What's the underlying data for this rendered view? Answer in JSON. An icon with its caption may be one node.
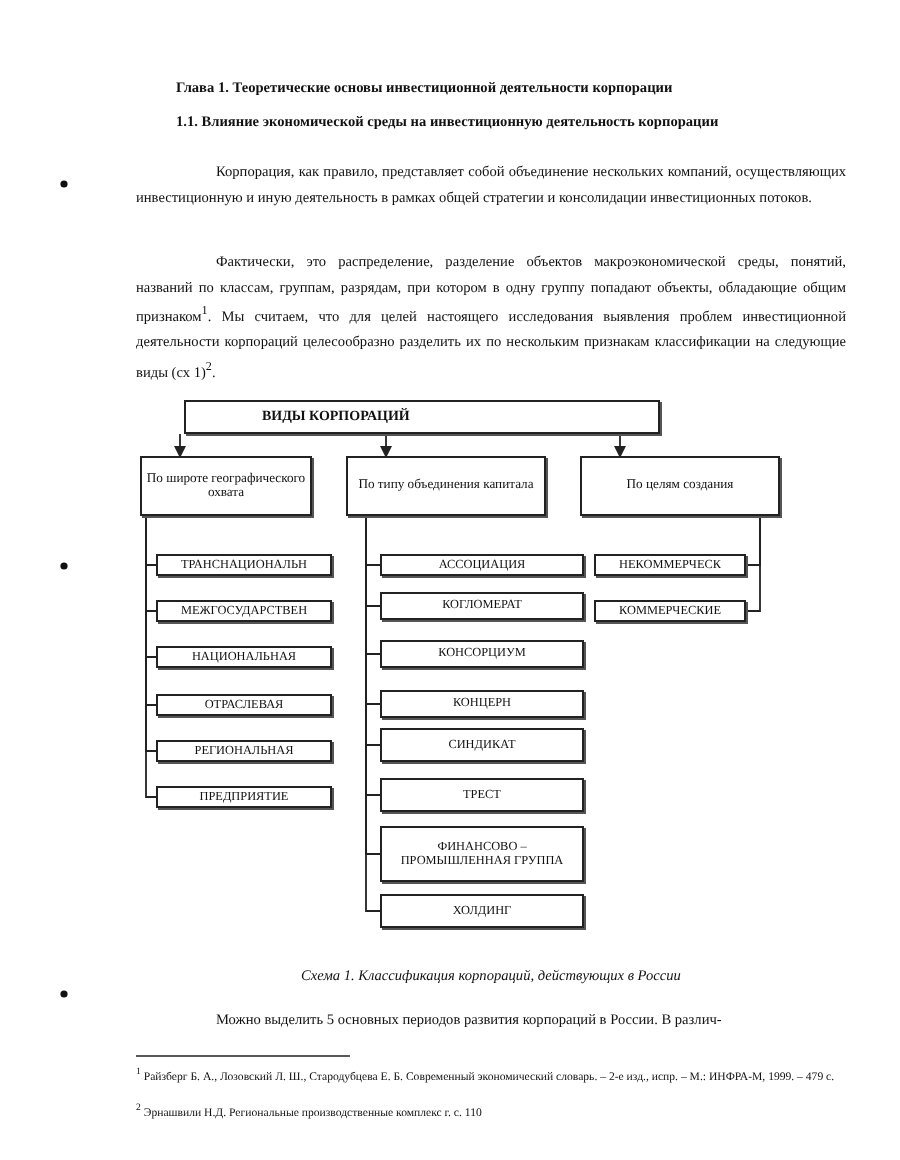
{
  "diagram": {
    "title": "Глава 1. Теоретические основы инвестиционной деятельности корпорации",
    "caption": "Схема 1. Классификация корпораций, действующих в России",
    "nodes": [
      {
        "text": [
          "ВИДЫ КОРПОРАЦИЙ"
        ]
      },
      {
        "text": [
          "По широте географического охвата"
        ]
      },
      {
        "text": [
          "По типу объединения капитала"
        ]
      },
      {
        "text": [
          "По целям создания"
        ]
      },
      {
        "text": [
          "ТРАНСНАЦИОНАЛЬН"
        ]
      },
      {
        "text": [
          "МЕЖГОСУДАРСТВЕН"
        ]
      },
      {
        "text": [
          "НАЦИОНАЛЬНАЯ"
        ]
      },
      {
        "text": [
          "ОТРАСЛЕВАЯ"
        ]
      },
      {
        "text": [
          "РЕГИОНАЛЬНАЯ"
        ]
      },
      {
        "text": [
          "ПРЕДПРИЯТИЕ"
        ]
      },
      {
        "text": [
          "АССОЦИАЦИЯ"
        ]
      },
      {
        "text": [
          "КОГЛОМЕРАТ"
        ]
      },
      {
        "text": [
          "КОНСОРЦИУМ"
        ]
      },
      {
        "text": [
          "КОНЦЕРН"
        ]
      },
      {
        "text": [
          "СИНДИКАТ"
        ]
      },
      {
        "text": [
          "ТРЕСТ"
        ]
      },
      {
        "text": [
          "ФИНАНСОВО – ПРОМЫШЛЕННАЯ ГРУППА"
        ]
      },
      {
        "text": [
          "ХОЛДИНГ"
        ]
      },
      {
        "text": [
          "НЕКОММЕРЧЕСК"
        ]
      },
      {
        "text": [
          "КОММЕРЧЕСКИЕ"
        ]
      }
    ],
    "edges": [
      {
        "from": 0,
        "to": 1,
        "arrow": "to"
      },
      {
        "from": 0,
        "to": 2,
        "arrow": "to"
      },
      {
        "from": 0,
        "to": 3,
        "arrow": "to"
      },
      {
        "from": 1,
        "to": 4,
        "arrow": "none"
      },
      {
        "from": 1,
        "to": 5,
        "arrow": "none"
      },
      {
        "from": 1,
        "to": 6,
        "arrow": "none"
      },
      {
        "from": 1,
        "to": 7,
        "arrow": "none"
      },
      {
        "from": 1,
        "to": 8,
        "arrow": "none"
      },
      {
        "from": 1,
        "to": 9,
        "arrow": "none"
      },
      {
        "from": 2,
        "to": 10,
        "arrow": "none"
      },
      {
        "from": 2,
        "to": 11,
        "arrow": "none"
      },
      {
        "from": 2,
        "to": 12,
        "arrow": "none"
      },
      {
        "from": 2,
        "to": 13,
        "arrow": "none"
      },
      {
        "from": 2,
        "to": 14,
        "arrow": "none"
      },
      {
        "from": 2,
        "to": 15,
        "arrow": "none"
      },
      {
        "from": 2,
        "to": 16,
        "arrow": "none"
      },
      {
        "from": 2,
        "to": 17,
        "arrow": "none"
      },
      {
        "from": 3,
        "to": 18,
        "arrow": "none"
      },
      {
        "from": 3,
        "to": 19,
        "arrow": "none"
      }
    ],
    "labels": [
      "1.1. Влияние экономической среды на инвестиционную деятельность корпорации",
      "Корпорация, как правило, представляет собой объединение нескольких компаний, осуществляющих инвестиционную и иную деятельность в рамках общей стратегии и консолидации инвестиционных потоков.",
      "Фактически, это распределение, разделение объектов макроэкономической среды, понятий, названий по классам, группам, разрядам, при котором в одну группу попадают объекты, обладающие общим признаком$^{1}$. Мы считаем, что для целей настоящего исследования выявления проблем инвестиционной деятельности корпораций целесообразно разделить их по нескольким признакам классификации на следующие виды (сх 1)$^{2}$.",
      "Можно выделить 5 основных периодов развития корпораций в России. В различ-",
      "$^{1}$ Райзберг Б. А., Лозовский Л. Ш., Стародубцева Е. Б. Современный экономический словарь. – 2-е изд., испр. – М.: ИНФРА-М, 1999. – 479 с.",
      "$^{2}$ Эрнашвили Н.Д. Региональные производственные комплекс г. с. 110"
    ]
  }
}
